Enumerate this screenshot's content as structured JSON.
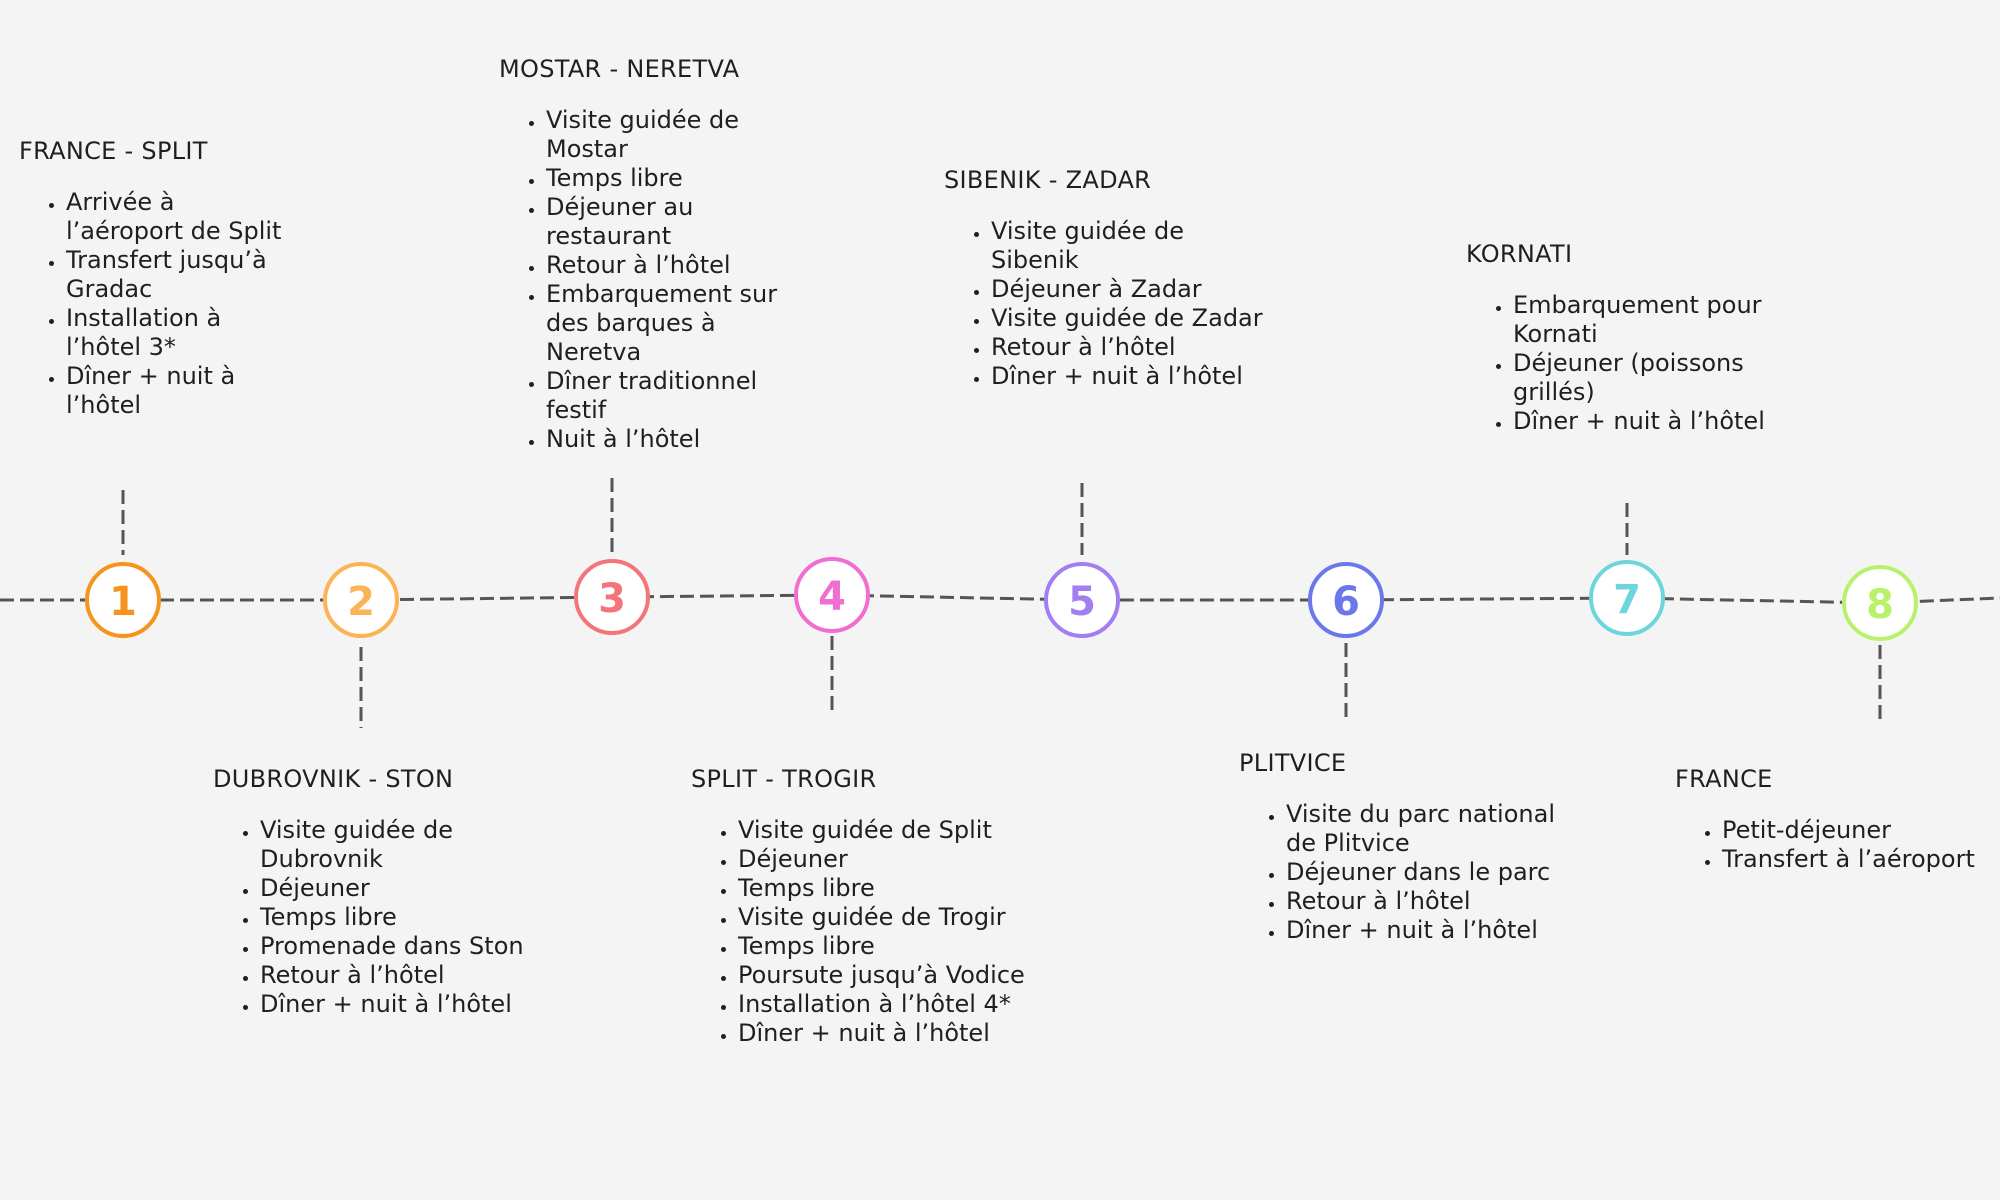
{
  "stops": [
    {
      "number": "1",
      "title": "FRANCE - SPLIT",
      "color": "#f7941d",
      "position": "top",
      "items": [
        "Arrivée à l’aéroport de Split",
        "Transfert jusqu’à Gradac",
        "Installation à l’hôtel 3*",
        "Dîner + nuit à l’hôtel"
      ]
    },
    {
      "number": "2",
      "title": "DUBROVNIK - STON",
      "color": "#fbb454",
      "position": "bottom",
      "items": [
        "Visite guidée de Dubrovnik",
        "Déjeuner",
        "Temps libre",
        "Promenade dans Ston",
        "Retour à l’hôtel",
        "Dîner + nuit à l’hôtel"
      ]
    },
    {
      "number": "3",
      "title": "MOSTAR - NERETVA",
      "color": "#f47579",
      "position": "top",
      "items": [
        "Visite guidée de Mostar",
        "Temps libre",
        "Déjeuner au restaurant",
        "Retour à l’hôtel",
        "Embarquement sur des barques à Neretva",
        "Dîner traditionnel festif",
        "Nuit à l’hôtel"
      ]
    },
    {
      "number": "4",
      "title": "SPLIT - TROGIR",
      "color": "#f06ed0",
      "position": "bottom",
      "items": [
        "Visite guidée de Split",
        "Déjeuner",
        "Temps libre",
        "Visite guidée de Trogir",
        "Temps libre",
        "Poursute jusqu’à Vodice",
        "Installation à l’hôtel 4*",
        "Dîner + nuit à l’hôtel"
      ]
    },
    {
      "number": "5",
      "title": "SIBENIK - ZADAR",
      "color": "#a27ef0",
      "position": "top",
      "items": [
        "Visite guidée de Sibenik",
        "Déjeuner à Zadar",
        "Visite guidée de Zadar",
        "Retour à l’hôtel",
        "Dîner + nuit à l’hôtel"
      ]
    },
    {
      "number": "6",
      "title": "PLITVICE",
      "color": "#6a78ea",
      "position": "bottom",
      "items": [
        "Visite du parc national de Plitvice",
        "Déjeuner dans le parc",
        "Retour à l’hôtel",
        "Dîner + nuit à l’hôtel"
      ]
    },
    {
      "number": "7",
      "title": "KORNATI",
      "color": "#6fd5dc",
      "position": "top",
      "items": [
        "Embarquement pour Kornati",
        "Déjeuner (poissons grillés)",
        "Dîner + nuit à l’hôtel"
      ]
    },
    {
      "number": "8",
      "title": "FRANCE",
      "color": "#b8f26a",
      "position": "bottom",
      "items": [
        "Petit-déjeuner",
        "Transfert à l’aéroport"
      ]
    }
  ],
  "line_color": "#555555"
}
